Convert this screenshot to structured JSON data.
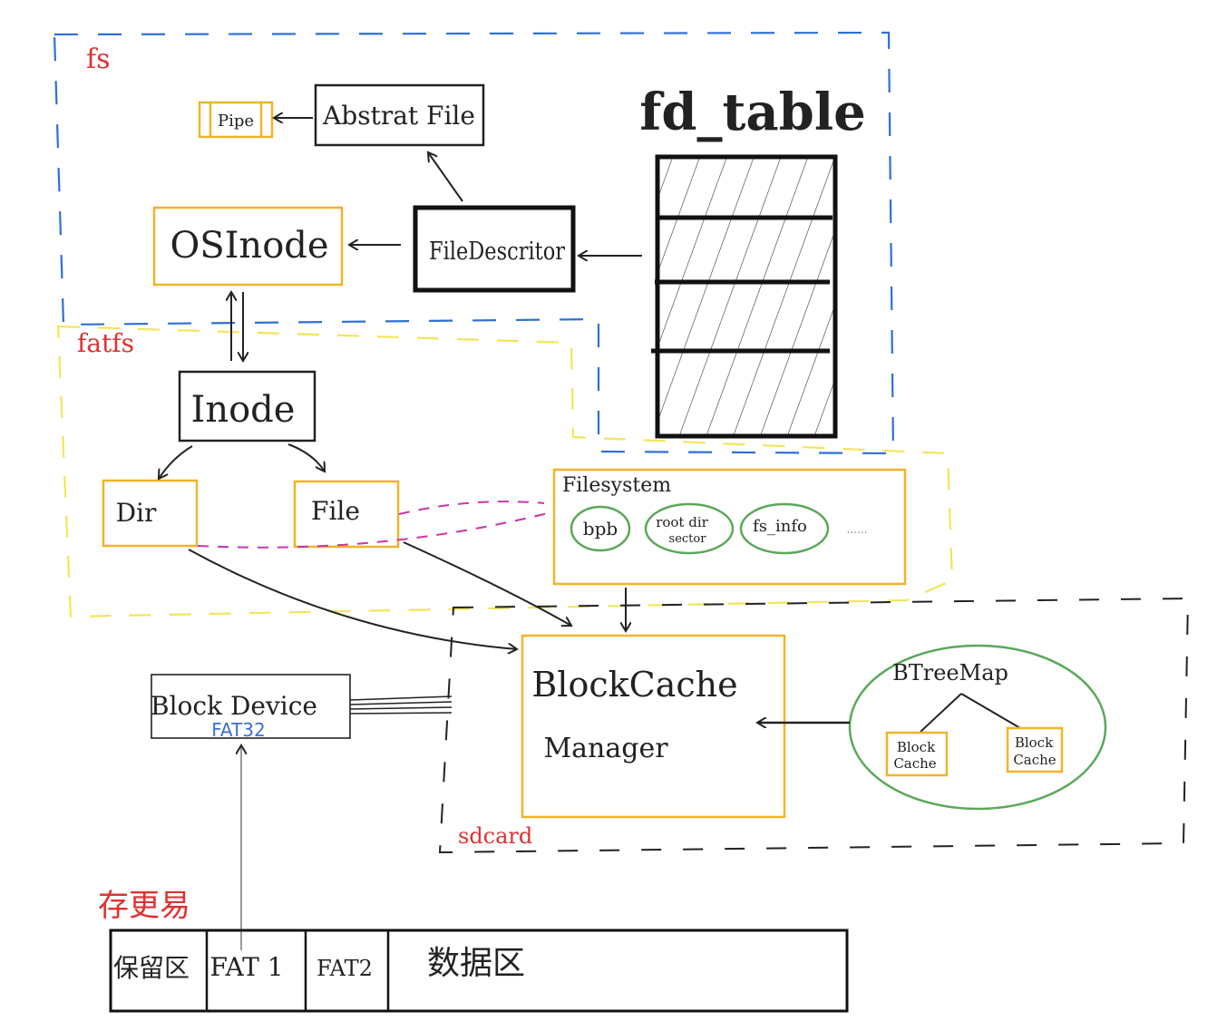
{
  "regions": {
    "fs": "fs",
    "fatfs": "fatfs",
    "sdcard": "sdcard"
  },
  "nodes": {
    "pipe": "Pipe",
    "abstract_file": "Abstrat File",
    "fd_table": "fd_table",
    "os_inode": "OSInode",
    "file_descriptor": "FileDescritor",
    "inode": "Inode",
    "dir": "Dir",
    "file": "File",
    "filesystem": "Filesystem",
    "bpb": "bpb",
    "root_dir_sector_1": "root dir",
    "root_dir_sector_2": "sector",
    "fs_info": "fs_info",
    "ellipsis": "......",
    "block_cache_1": "BlockCache",
    "block_cache_2": "Manager",
    "btreemap": "BTreeMap",
    "btree_left_1": "Block",
    "btree_left_2": "Cache",
    "btree_right_1": "Block",
    "btree_right_2": "Cache",
    "block_device": "Block Device",
    "block_device_sub": "FAT32",
    "note_red": "存更易"
  },
  "disk_layout": {
    "cells": [
      "保留区",
      "FAT 1",
      "FAT2",
      "数据区"
    ]
  },
  "colors": {
    "blue_dash": "#2f6fd6",
    "yellow_dash": "#f3e55a",
    "orange_box": "#f0b429",
    "green_ellipse": "#5aa85a",
    "magenta_dash": "#cc33aa",
    "red_text": "#e03030",
    "blue_text": "#3a6ed8",
    "ink": "#222222"
  }
}
